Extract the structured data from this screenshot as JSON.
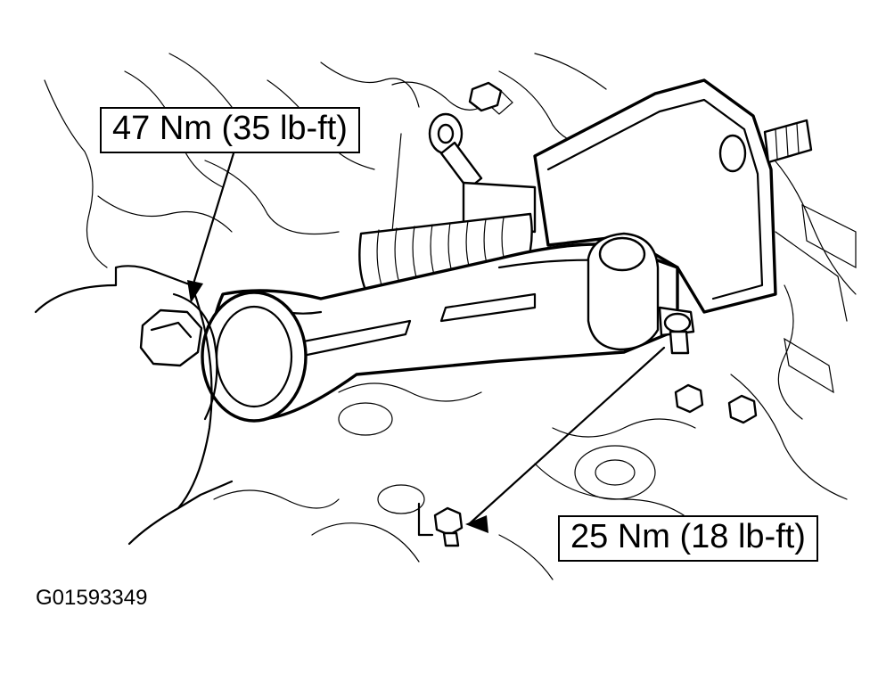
{
  "callouts": {
    "top_torque": "47 Nm (35 lb-ft)",
    "bottom_torque": "25 Nm (18 lb-ft)"
  },
  "figure_id": "G01593349",
  "colors": {
    "ink": "#000000",
    "paper": "#ffffff"
  }
}
